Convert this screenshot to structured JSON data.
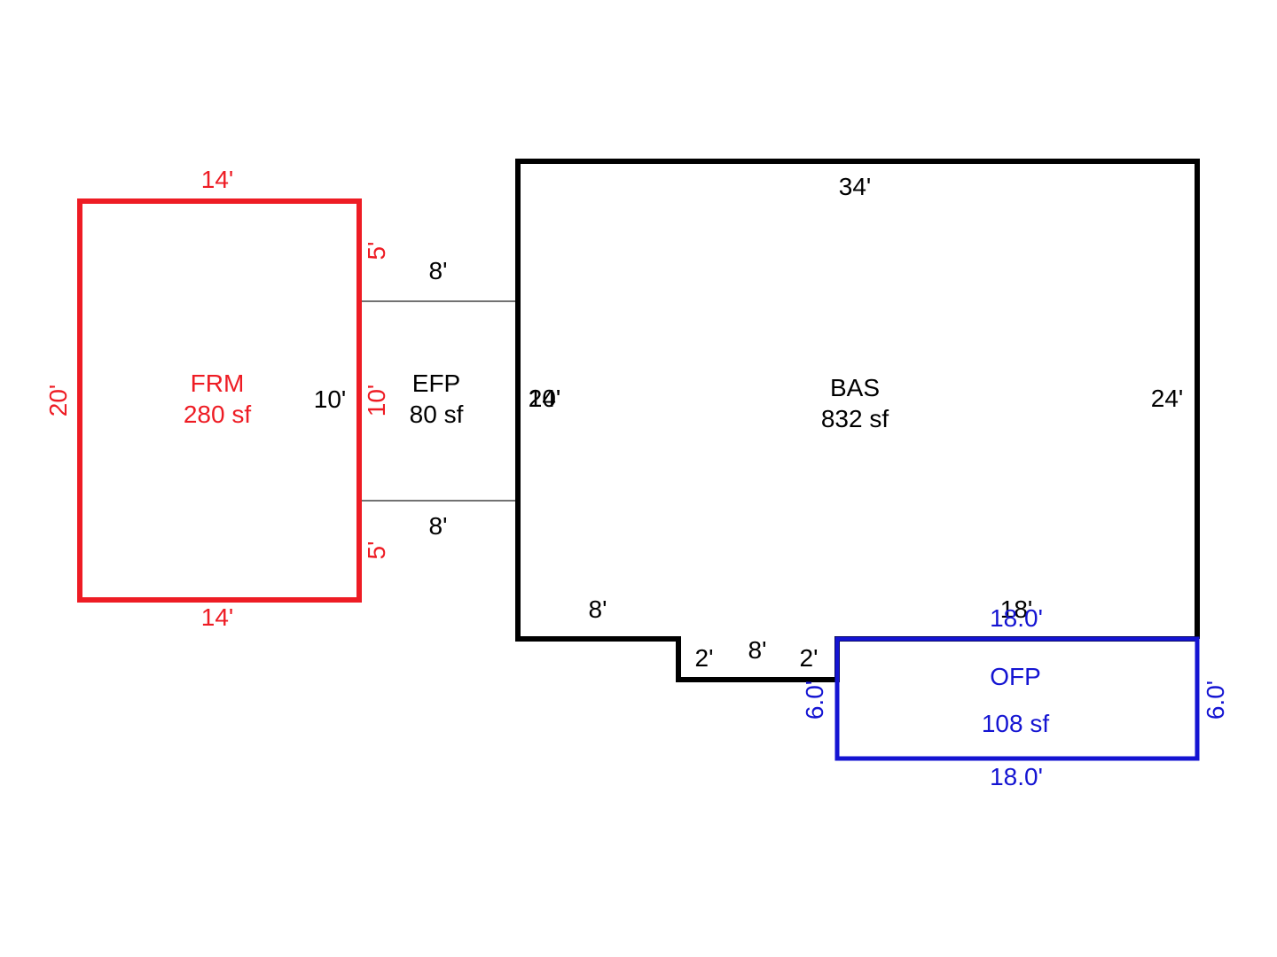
{
  "colors": {
    "frm": "#ee1c24",
    "bas": "#000000",
    "efp": "#000000",
    "ofp": "#1414d2",
    "background": "#ffffff"
  },
  "areas": {
    "frm": {
      "code": "FRM",
      "area": "280 sf"
    },
    "efp": {
      "code": "EFP",
      "area": "80 sf"
    },
    "bas": {
      "code": "BAS",
      "area": "832 sf"
    },
    "ofp": {
      "code": "OFP",
      "area": "108 sf"
    }
  },
  "dimensions": {
    "frm": {
      "top": "14'",
      "bottom": "14'",
      "left": "20'",
      "right_inner": "10'",
      "right_upper": "5'",
      "right_middle": "10'",
      "right_lower": "5'"
    },
    "efp": {
      "top": "8'",
      "bottom": "8'"
    },
    "bas": {
      "top": "34'",
      "left_a": "10'",
      "left_b": "24'",
      "right": "24'",
      "bottom_left": "8'",
      "notch_left": "2'",
      "notch_bottom": "8'",
      "notch_right": "2'",
      "bottom_right": "18'"
    },
    "ofp": {
      "top": "18.0'",
      "bottom": "18.0'",
      "left": "6.0'",
      "right": "6.0'"
    }
  }
}
